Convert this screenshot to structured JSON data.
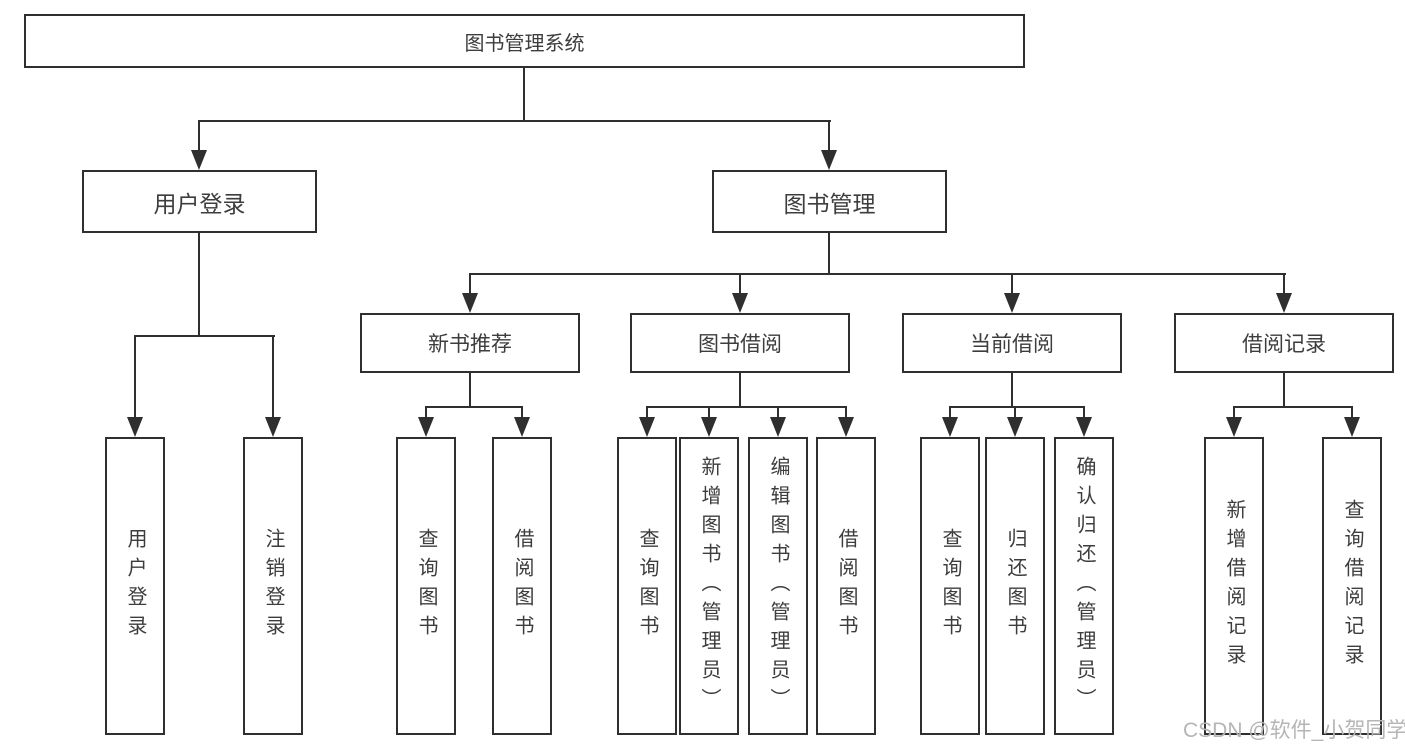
{
  "diagram": {
    "type": "hierarchy-tree",
    "colors": {
      "line": "#2f2f2f",
      "border": "#2f2f2f",
      "text": "#3d3d3d",
      "box_background": "#ffffff",
      "page_background": "#ffffff",
      "watermark": "#b5b5b5"
    },
    "root": {
      "label": "图书管理系统"
    },
    "level2": [
      {
        "label": "用户登录",
        "parent": "图书管理系统"
      },
      {
        "label": "图书管理",
        "parent": "图书管理系统"
      }
    ],
    "level3": [
      {
        "label": "新书推荐",
        "parent": "图书管理"
      },
      {
        "label": "图书借阅",
        "parent": "图书管理"
      },
      {
        "label": "当前借阅",
        "parent": "图书管理"
      },
      {
        "label": "借阅记录",
        "parent": "图书管理"
      }
    ],
    "leaves": [
      {
        "label": "用户登录",
        "parent": "用户登录"
      },
      {
        "label": "注销登录",
        "parent": "用户登录"
      },
      {
        "label": "查询图书",
        "parent": "新书推荐"
      },
      {
        "label": "借阅图书",
        "parent": "新书推荐"
      },
      {
        "label": "查询图书",
        "parent": "图书借阅"
      },
      {
        "label": "新增图书（管理员）",
        "parent": "图书借阅"
      },
      {
        "label": "编辑图书（管理员）",
        "parent": "图书借阅"
      },
      {
        "label": "借阅图书",
        "parent": "图书借阅"
      },
      {
        "label": "查询图书",
        "parent": "当前借阅"
      },
      {
        "label": "归还图书",
        "parent": "当前借阅"
      },
      {
        "label": "确认归还（管理员）",
        "parent": "当前借阅"
      },
      {
        "label": "新增借阅记录",
        "parent": "借阅记录"
      },
      {
        "label": "查询借阅记录",
        "parent": "借阅记录"
      }
    ],
    "watermark": "CSDN @软件_小贺同学"
  }
}
